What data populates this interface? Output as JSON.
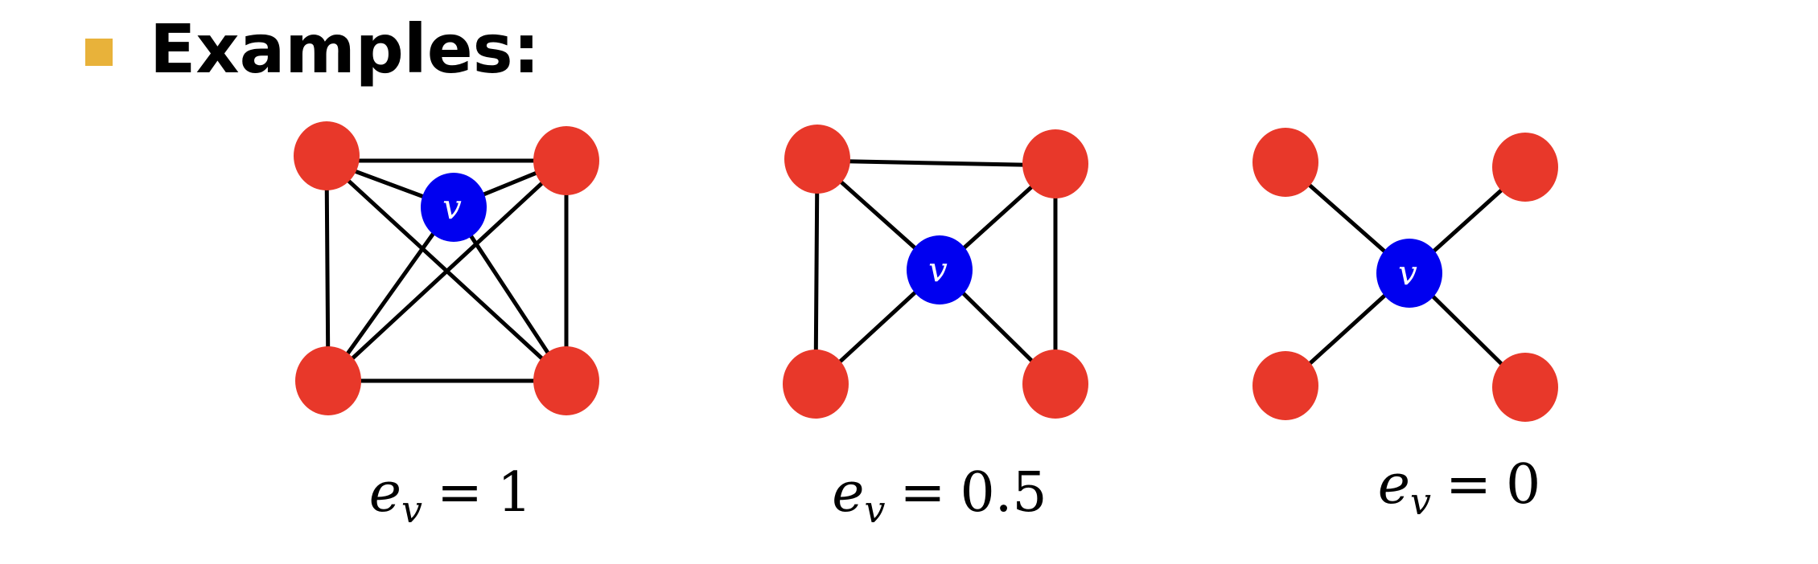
{
  "heading": "Examples:",
  "colors": {
    "bullet": "#E8B23A",
    "neighbor_node": "#E8382A",
    "center_node": "#0000F0",
    "edge": "#000000",
    "center_label": "#ffffff"
  },
  "examples": [
    {
      "center_label": "v",
      "caption": {
        "symbol": "e",
        "subscript": "v",
        "relation": "=",
        "value": "1"
      }
    },
    {
      "center_label": "v",
      "caption": {
        "symbol": "e",
        "subscript": "v",
        "relation": "=",
        "value": "0.5"
      }
    },
    {
      "center_label": "v",
      "caption": {
        "symbol": "e",
        "subscript": "v",
        "relation": "=",
        "value": "0"
      }
    }
  ]
}
